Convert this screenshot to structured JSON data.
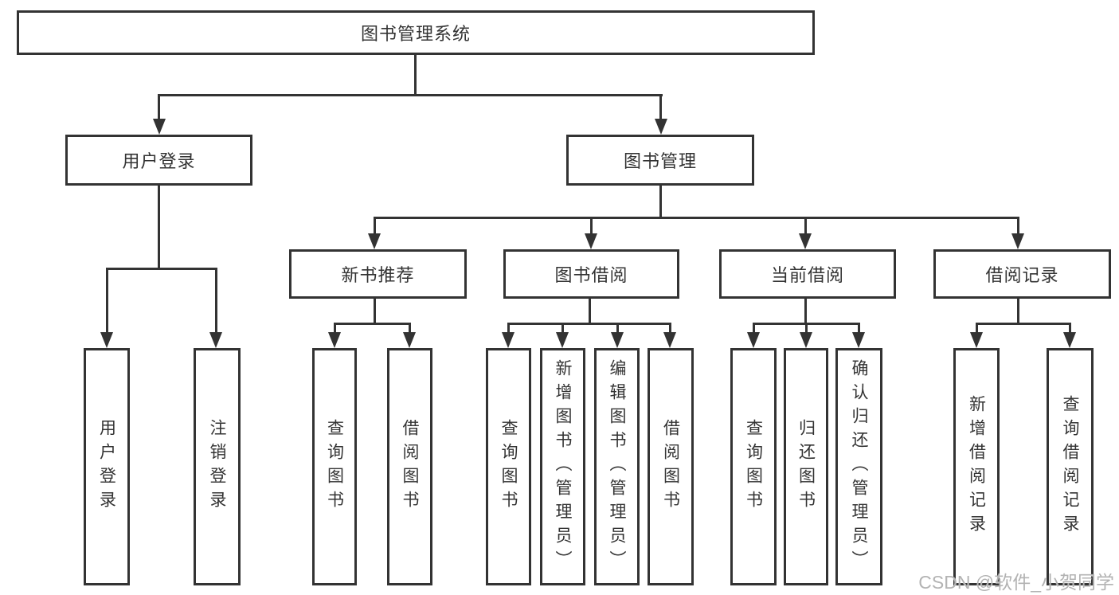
{
  "diagram": {
    "root": "图书管理系统",
    "level2": [
      "用户登录",
      "图书管理"
    ],
    "level3": [
      "新书推荐",
      "图书借阅",
      "当前借阅",
      "借阅记录"
    ],
    "leaves": [
      "用户登录",
      "注销登录",
      "查询图书",
      "借阅图书",
      "查询图书",
      "新增图书（管理员）",
      "编辑图书（管理员）",
      "借阅图书",
      "查询图书",
      "归还图书",
      "确认归还（管理员）",
      "新增借阅记录",
      "查询借阅记录"
    ]
  },
  "watermark": "CSDN @软件_小贺同学",
  "colors": {
    "line": "#333333",
    "text": "#333333",
    "background": "#ffffff",
    "watermark": "#b3b3b3"
  }
}
